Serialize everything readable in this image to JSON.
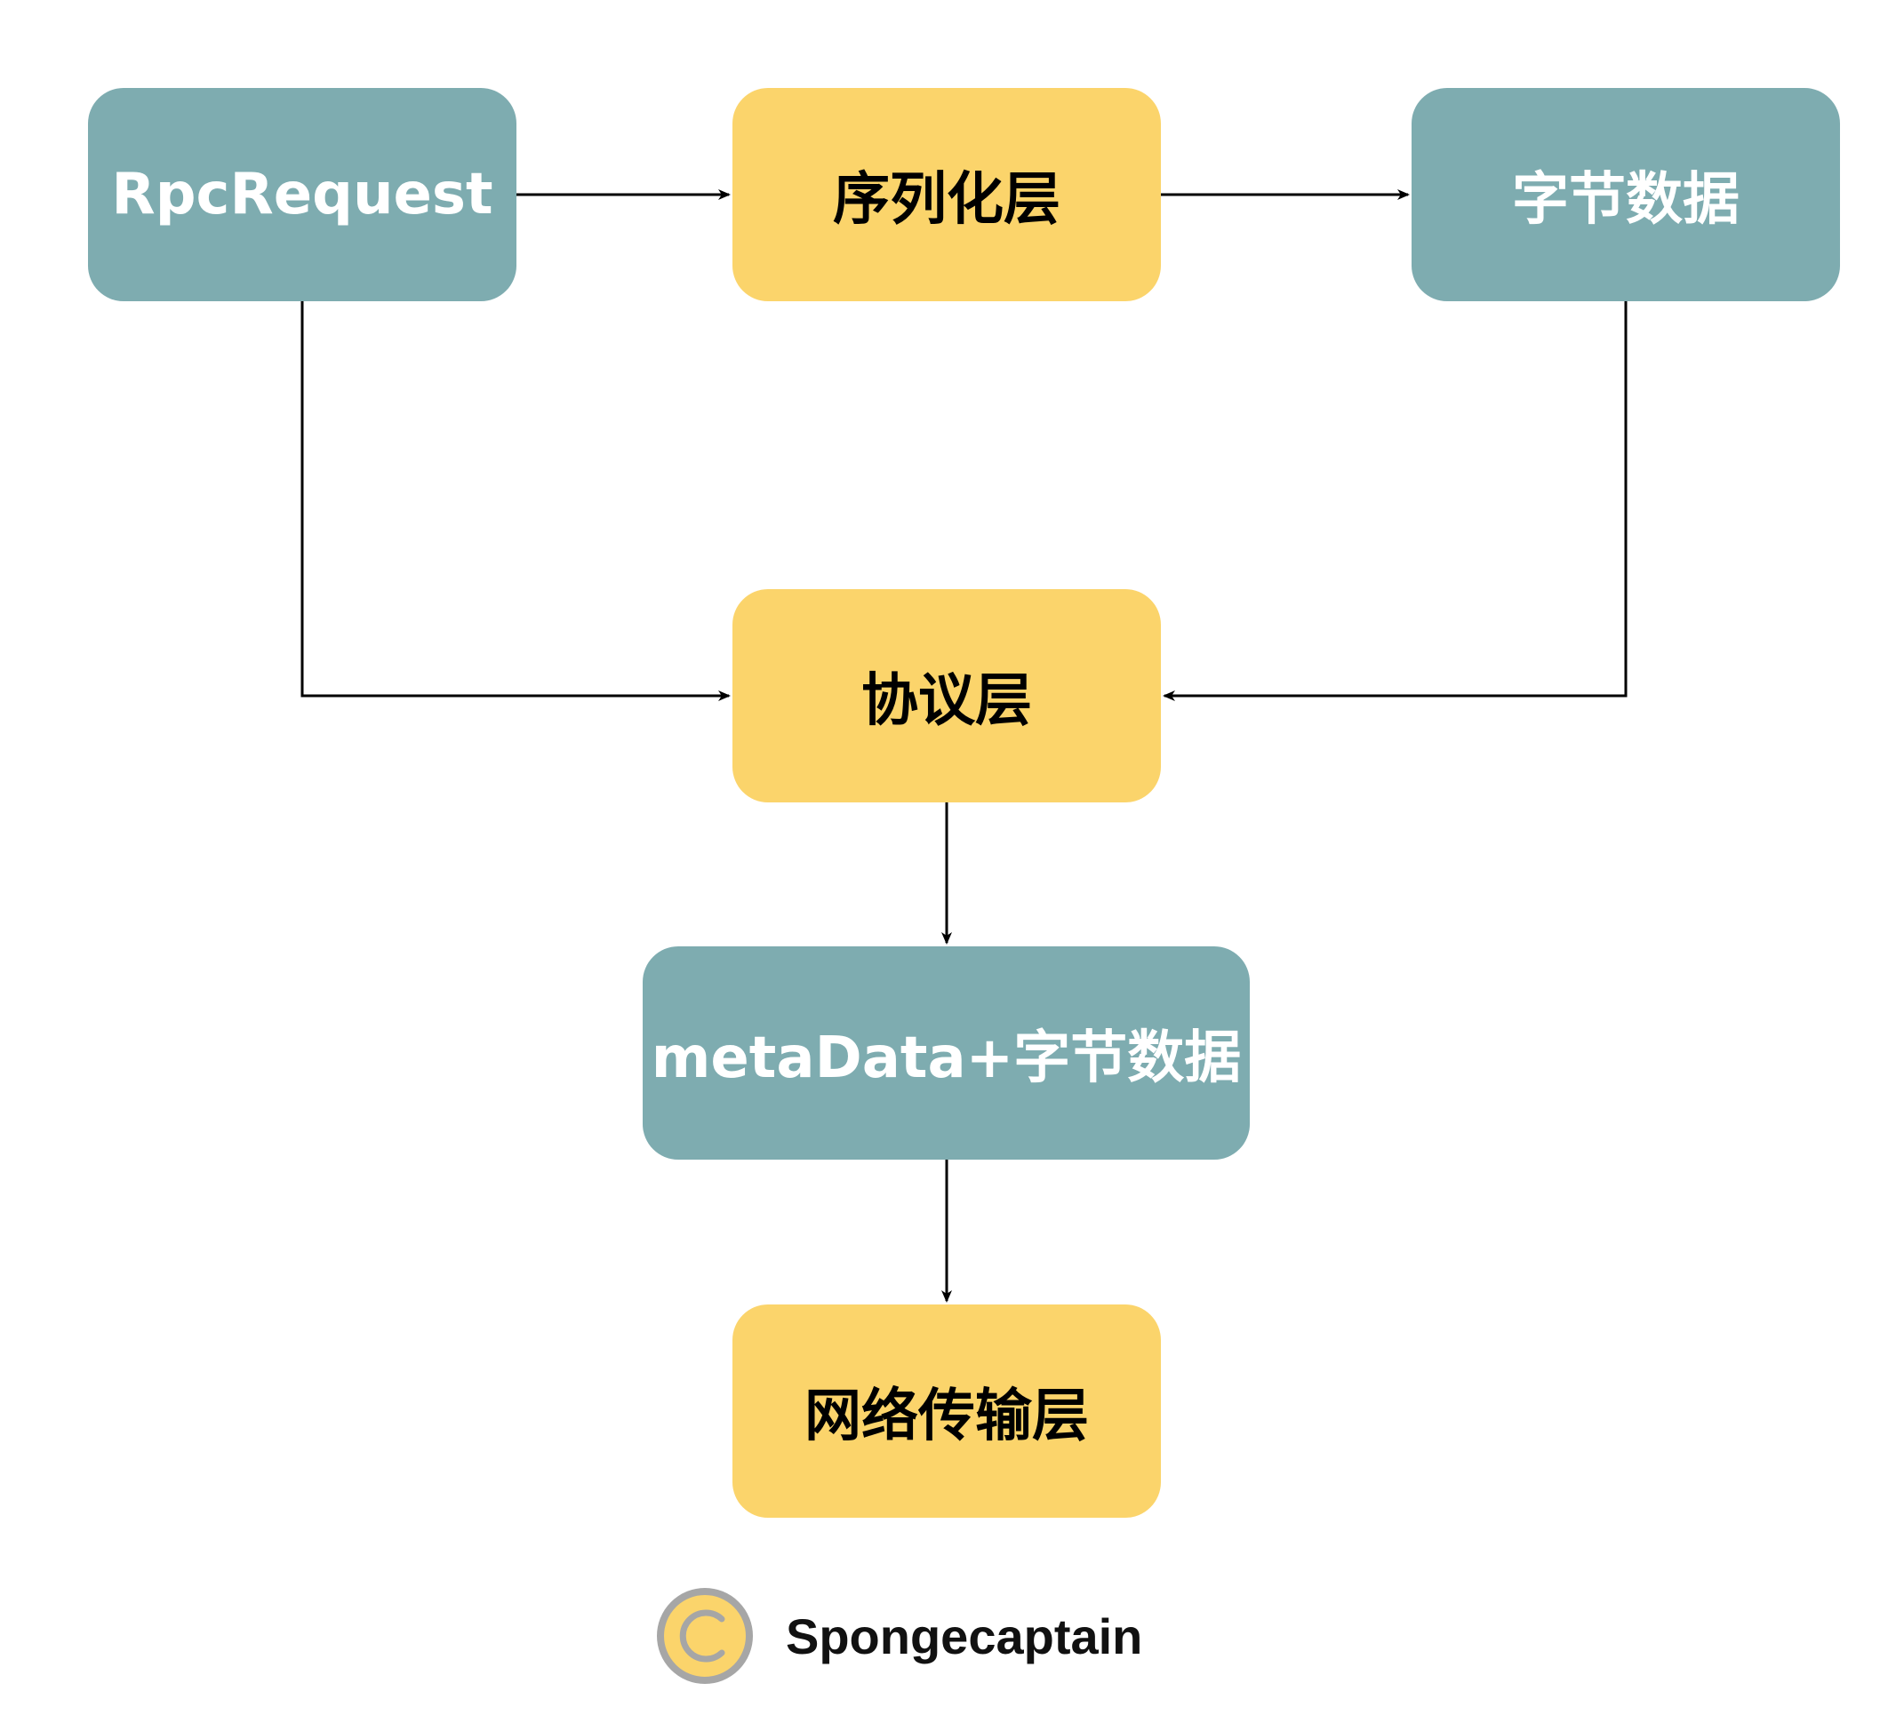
{
  "nodes": {
    "rpc_request": "RpcRequest",
    "serialization_layer": "序列化层",
    "byte_data": "字节数据",
    "protocol_layer": "协议层",
    "metadata_bytes": "metaData+字节数据",
    "network_layer": "网络传输层"
  },
  "watermark": {
    "text": "Spongecaptain",
    "icon": "copyright-icon"
  },
  "colors": {
    "teal_node": "#7eacb0",
    "yellow_node": "#fbd46b",
    "edge": "#000000",
    "icon_ring": "#a6a6a6",
    "icon_fill": "#fbd46b"
  }
}
